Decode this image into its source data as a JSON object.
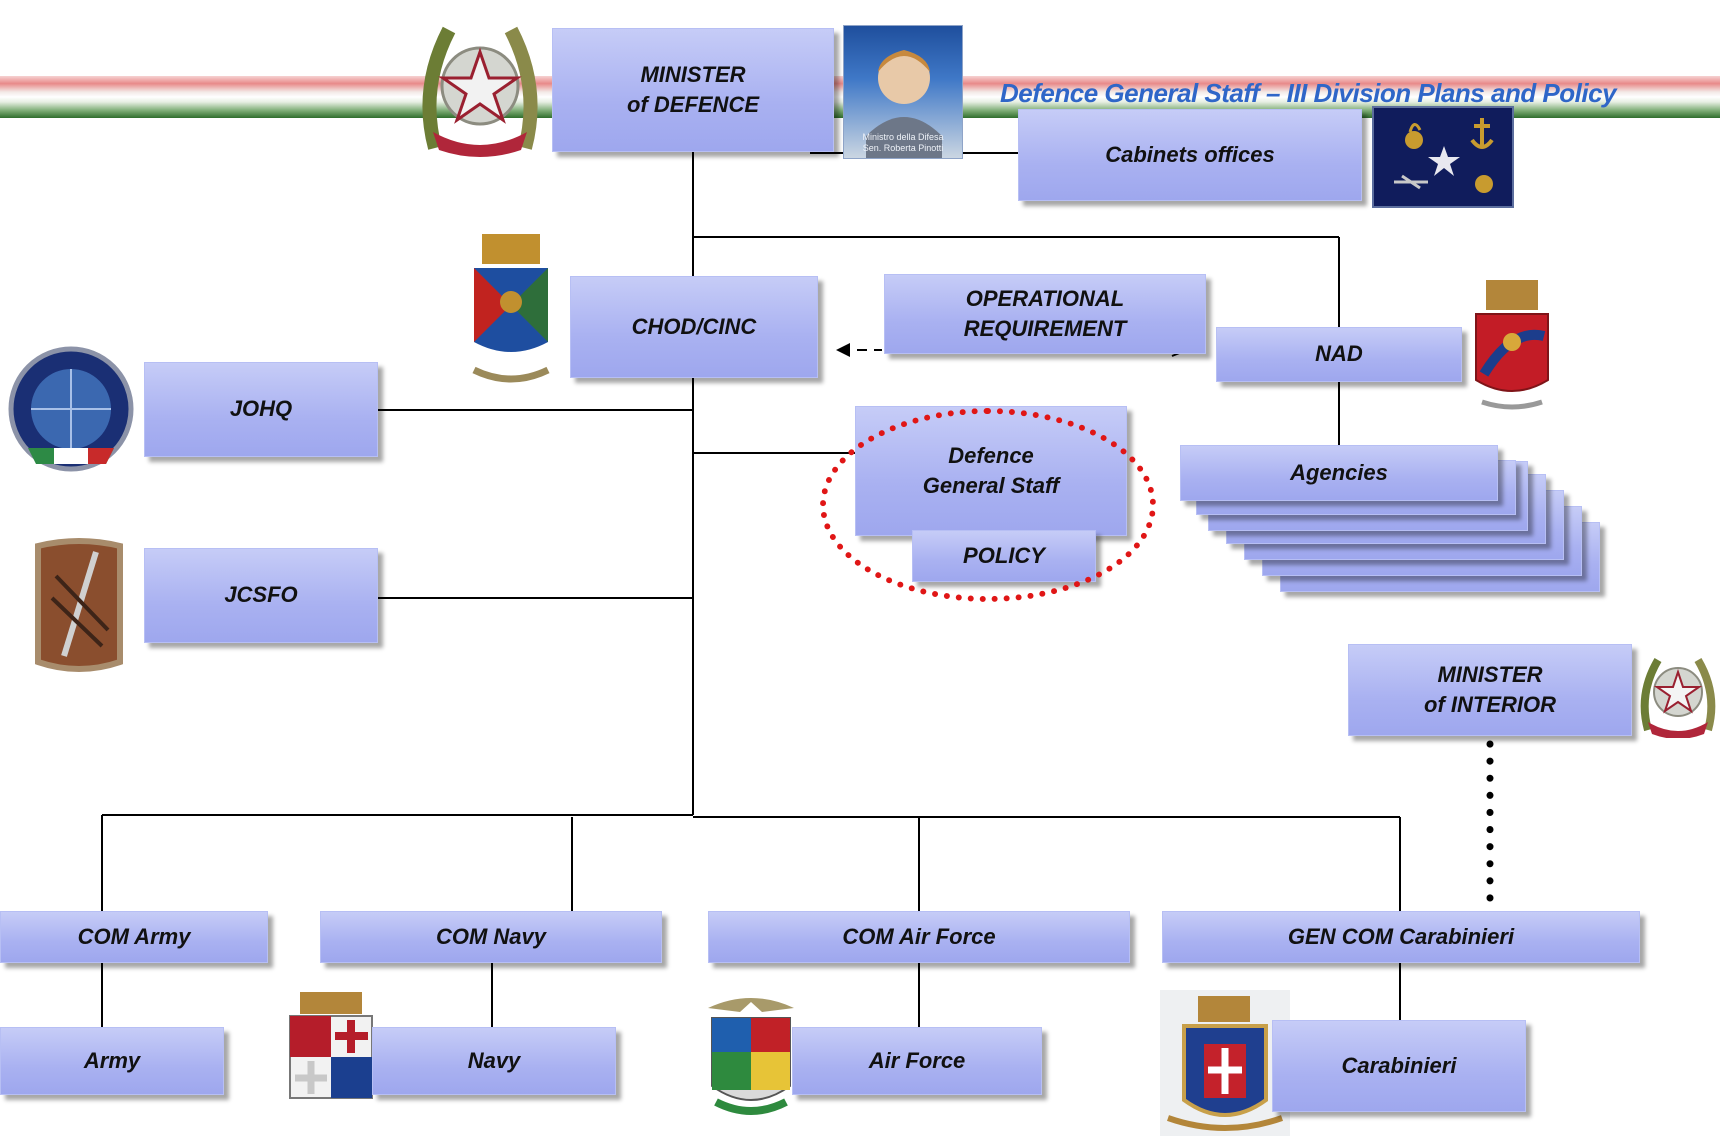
{
  "header": {
    "title": "Defence General Staff – III Division Plans and Policy"
  },
  "colors": {
    "box_fill": "#a9b1f1",
    "header_text": "#2f66c8",
    "highlight": "#e01616",
    "connector": "#000000"
  },
  "nodes": {
    "minister_defence": [
      "MINISTER",
      "of DEFENCE"
    ],
    "cabinet_offices": [
      "Cabinets offices"
    ],
    "chod": [
      "CHOD/CINC"
    ],
    "operational_requirement": [
      "OPERATIONAL",
      "REQUIREMENT"
    ],
    "nad": [
      "NAD"
    ],
    "johq": [
      "JOHQ"
    ],
    "defence_general_staff": [
      "Defence",
      "General Staff"
    ],
    "policy": [
      "POLICY"
    ],
    "agencies": [
      "Agencies"
    ],
    "jcsfo": [
      "JCSFO"
    ],
    "minister_interior": [
      "MINISTER",
      "of INTERIOR"
    ],
    "com_army": [
      "COM Army"
    ],
    "com_navy": [
      "COM Navy"
    ],
    "com_air_force": [
      "COM Air Force"
    ],
    "gen_com_carabinieri": [
      "GEN COM Carabinieri"
    ],
    "army": [
      "Army"
    ],
    "navy": [
      "Navy"
    ],
    "air_force": [
      "Air Force"
    ],
    "carabinieri": [
      "Carabinieri"
    ]
  },
  "portrait": {
    "caption": [
      "Ministro della Difesa",
      "Sen. Roberta Pinotti"
    ]
  },
  "emblems": [
    "italian-republic-emblem-icon",
    "services-insignia-icon",
    "defence-staff-crest-icon",
    "nad-crest-icon",
    "johq-globe-crest-icon",
    "jcsfo-dagger-badge-icon",
    "interior-republic-emblem-icon",
    "navy-crest-icon",
    "air-force-crest-icon",
    "carabinieri-crest-icon"
  ]
}
